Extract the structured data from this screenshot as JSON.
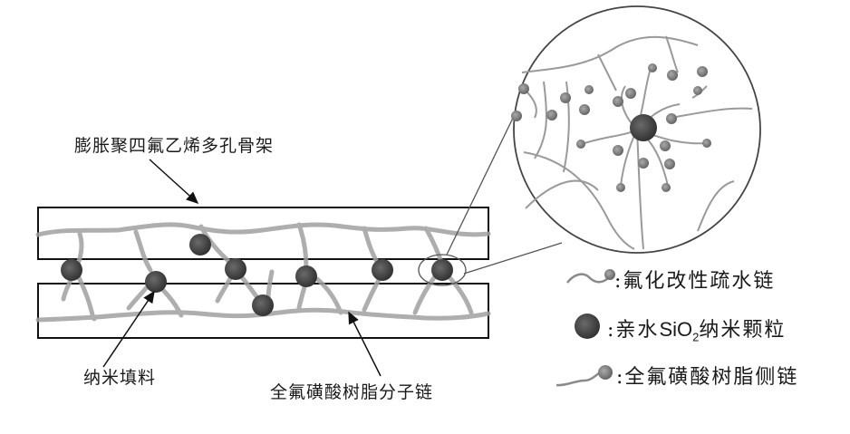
{
  "labels": {
    "eptfe_scaffold": "膨胀聚四氟乙烯多孔骨架",
    "nano_filler": "纳米填料",
    "pfsa_chain": "全氟磺酸树脂分子链"
  },
  "legend": {
    "items": [
      {
        "icon": "hydrophobic-chain-icon",
        "prefix": ":",
        "text": "氟化改性疏水链"
      },
      {
        "icon": "sio2-particle-icon",
        "prefix": ":",
        "text_before": "亲水",
        "formula_main": "SiO",
        "formula_sub": "2",
        "text_after": "纳米颗粒"
      },
      {
        "icon": "pfsa-side-chain-icon",
        "prefix": ":",
        "text": "全氟磺酸树脂侧链"
      }
    ]
  },
  "colors": {
    "line": "#111111",
    "chain": "#9a9a9a",
    "particle": "#4a4a4a",
    "background": "#ffffff"
  }
}
